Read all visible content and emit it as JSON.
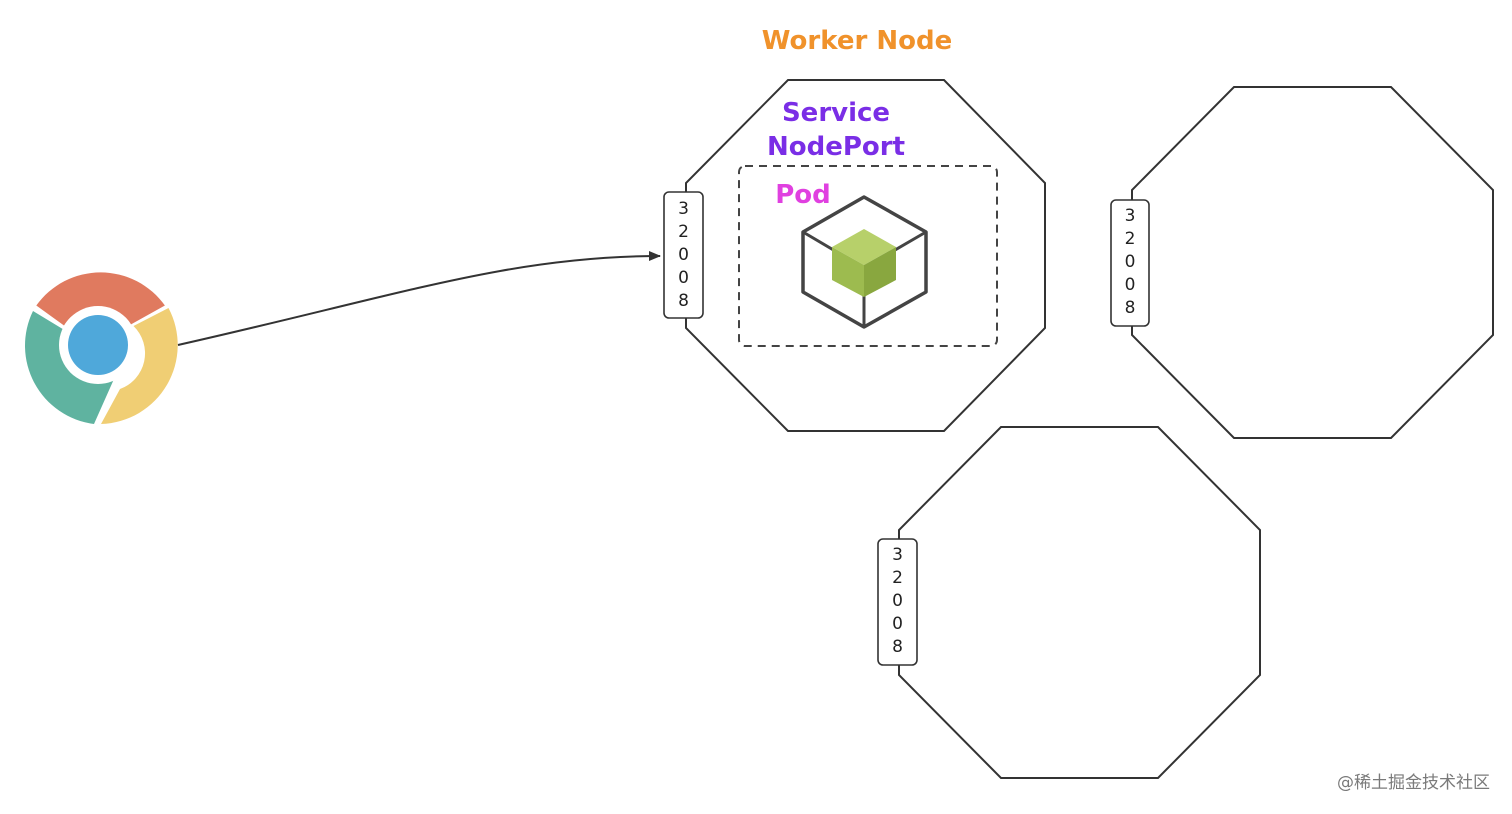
{
  "labels": {
    "worker_node": "Worker Node",
    "service_line1": "Service",
    "service_line2": "NodePort",
    "pod": "Pod"
  },
  "ports": [
    [
      "3",
      "2",
      "0",
      "0",
      "8"
    ],
    [
      "3",
      "2",
      "0",
      "0",
      "8"
    ],
    [
      "3",
      "2",
      "0",
      "0",
      "8"
    ]
  ],
  "watermark": "@稀土掘金技术社区",
  "colors": {
    "worker_node": "#F0922B",
    "service": "#7A2EE6",
    "pod": "#E040E0",
    "cube_green": "#9DBB4F",
    "chrome_red": "#E07A5F",
    "chrome_yellow": "#F0CE74",
    "chrome_green": "#5FB3A0",
    "chrome_blue": "#4FA8DA"
  },
  "icons": {
    "browser": "chrome-icon",
    "pod": "cube-icon"
  }
}
